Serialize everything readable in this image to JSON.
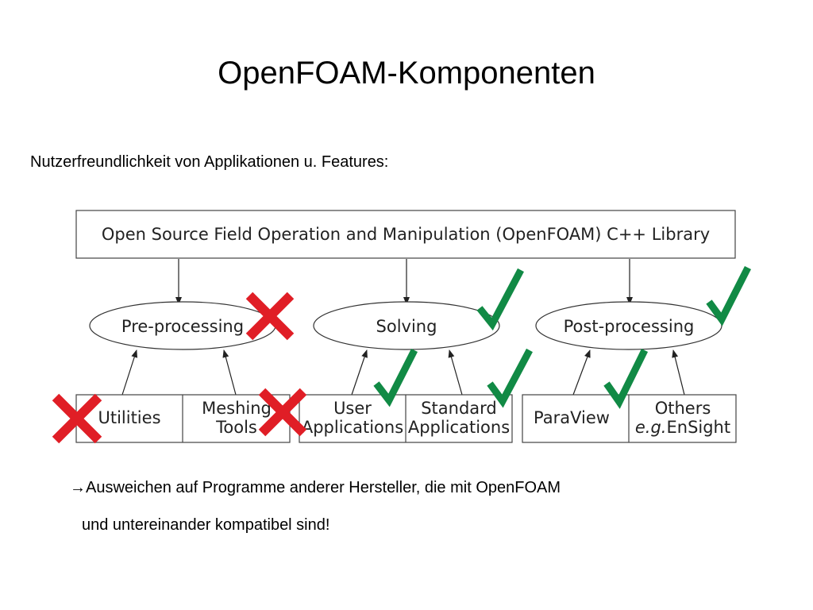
{
  "slide": {
    "title": "OpenFOAM-Komponenten",
    "subtitle": "Nutzerfreundlichkeit von Applikationen u. Features:",
    "note_arrow": "→",
    "note_line1": "Ausweichen auf Programme anderer Hersteller, die mit OpenFOAM",
    "note_line2": "und untereinander kompatibel sind!"
  },
  "diagram": {
    "library": "Open Source Field Operation and Manipulation (OpenFOAM) C++ Library",
    "stages": [
      "Pre-processing",
      "Solving",
      "Post-processing"
    ],
    "tools": {
      "utilities": "Utilities",
      "meshing_line1": "Meshing",
      "meshing_line2": "Tools",
      "user_line1": "User",
      "user_line2": "Applications",
      "standard_line1": "Standard",
      "standard_line2": "Applications",
      "paraview": "ParaView",
      "others_line1": "Others",
      "others_prefix": "e.g.",
      "others_suffix": "EnSight"
    },
    "marks": {
      "cross_color": "#e01e26",
      "check_color": "#118a45",
      "crosses": [
        "pre-processing",
        "utilities",
        "meshing-tools"
      ],
      "checks": [
        "solving",
        "post-processing",
        "user-applications",
        "standard-applications",
        "paraview"
      ]
    }
  }
}
